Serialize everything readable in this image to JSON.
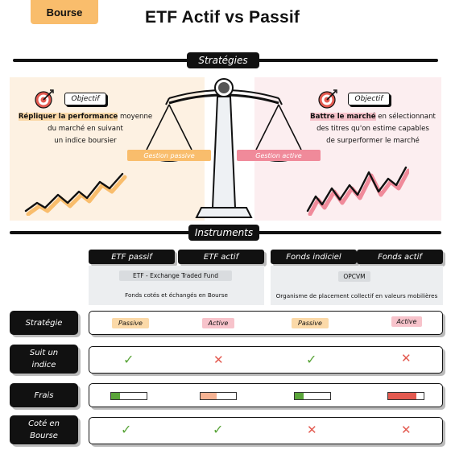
{
  "header": {
    "tag": "Bourse",
    "title": "ETF Actif vs Passif"
  },
  "strategies": {
    "section_title": "Stratégies",
    "left": {
      "objective_label": "Objectif",
      "desc_highlight": "Répliquer la performance",
      "desc_line1_rest": " moyenne",
      "desc_line2": "du marché en suivant",
      "desc_line3": "un indice boursier",
      "pan_label": "Gestion passive"
    },
    "right": {
      "objective_label": "Objectif",
      "desc_highlight": "Battre le marché",
      "desc_line1_rest": " en sélectionnant",
      "desc_line2": "des titres qu'on estime capables",
      "desc_line3": "de surperformer le marché",
      "pan_label": "Gestion active"
    }
  },
  "instruments": {
    "section_title": "Instruments",
    "columns": [
      "ETF passif",
      "ETF actif",
      "Fonds indiciel",
      "Fonds actif"
    ],
    "etf_group": {
      "tag": "ETF - Exchange Traded Fund",
      "description": "Fonds cotés et échangés en Bourse"
    },
    "fund_group": {
      "tag": "OPCVM",
      "description": "Organisme de placement collectif en valeurs mobilières"
    }
  },
  "rows": {
    "strategie": {
      "label": "Stratégie",
      "values": [
        "Passive",
        "Active",
        "Passive",
        "Active"
      ]
    },
    "suit_indice": {
      "label": "Suit un indice",
      "values": [
        true,
        false,
        true,
        false
      ]
    },
    "frais": {
      "label": "Frais",
      "levels": [
        0.25,
        0.45,
        0.25,
        0.8
      ]
    },
    "cote_bourse": {
      "label": "Coté en Bourse",
      "values": [
        true,
        true,
        false,
        false
      ]
    }
  },
  "symbols": {
    "check": "✓",
    "cross": "✕"
  },
  "colors": {
    "passive": "#f9bd6c",
    "active": "#f08a9a",
    "check": "#5aa53a",
    "cross": "#e35a50",
    "fee_low": "#5aa53a",
    "fee_mid": "#f6b393",
    "fee_high": "#e35a50"
  }
}
